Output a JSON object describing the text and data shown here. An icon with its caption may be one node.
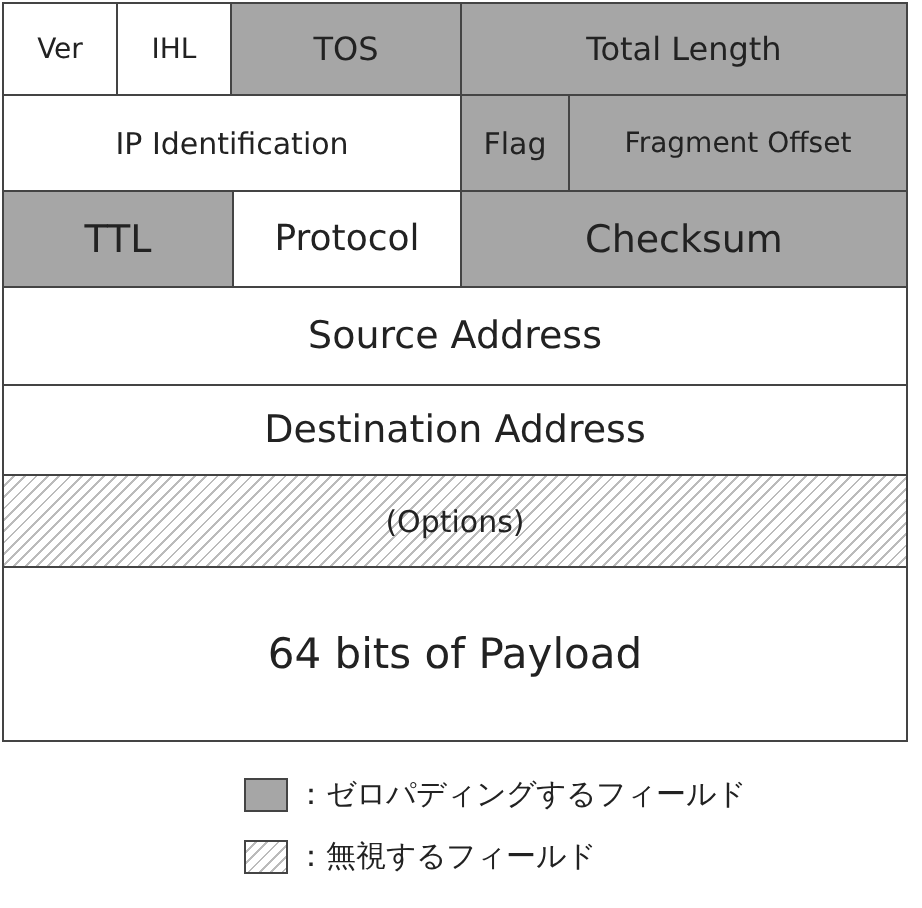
{
  "diagram": {
    "nodes": [
      {
        "text": [
          "Ver"
        ]
      },
      {
        "text": [
          "IHL"
        ]
      },
      {
        "text": [
          "TOS"
        ]
      },
      {
        "text": [
          "Total Length"
        ]
      },
      {
        "text": [
          "IP Identification"
        ]
      },
      {
        "text": [
          "Flag"
        ]
      },
      {
        "text": [
          "Fragment Offset"
        ]
      },
      {
        "text": [
          "TTL"
        ]
      },
      {
        "text": [
          "Protocol"
        ]
      },
      {
        "text": [
          "Checksum"
        ]
      },
      {
        "text": [
          "Source Address"
        ]
      },
      {
        "text": [
          "Destination Address"
        ]
      },
      {
        "text": [
          "(Options)"
        ]
      },
      {
        "text": [
          "64 bits of Payload"
        ]
      }
    ],
    "edges": [],
    "legend": [
      {
        "text": "：ゼロパディングするフィールド",
        "color": "#a6a6a6"
      },
      {
        "text": "：無視するフィールド"
      }
    ]
  }
}
